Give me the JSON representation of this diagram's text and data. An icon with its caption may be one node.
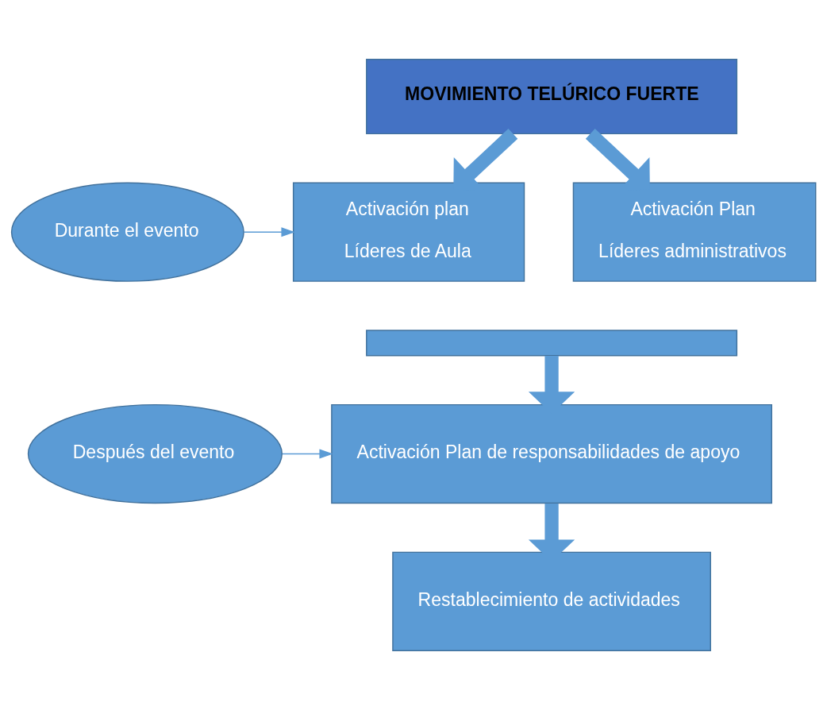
{
  "diagram": {
    "nodes": [
      {
        "text": [
          "MOVIMIENTO TELÚRICO FUERTE"
        ]
      },
      {
        "text": [
          "Durante el evento"
        ]
      },
      {
        "text": [
          "Activación plan",
          "Líderes de Aula"
        ]
      },
      {
        "text": [
          "Activación Plan",
          "Líderes administrativos"
        ]
      },
      {
        "text": [],
        "shape": "bar"
      },
      {
        "text": [
          "Después del evento"
        ]
      },
      {
        "text": [
          "Activación Plan de responsabilidades de apoyo"
        ]
      },
      {
        "text": [
          "Restablecimiento de actividades"
        ]
      }
    ],
    "edges": [
      {
        "from": 0,
        "to": 2,
        "arrow": "to"
      },
      {
        "from": 0,
        "to": 3,
        "arrow": "to"
      },
      {
        "from": 1,
        "to": 2,
        "arrow": "to"
      },
      {
        "from": 4,
        "to": 6,
        "arrow": "to"
      },
      {
        "from": 5,
        "to": 6,
        "arrow": "to"
      },
      {
        "from": 6,
        "to": 7,
        "arrow": "to"
      }
    ]
  }
}
